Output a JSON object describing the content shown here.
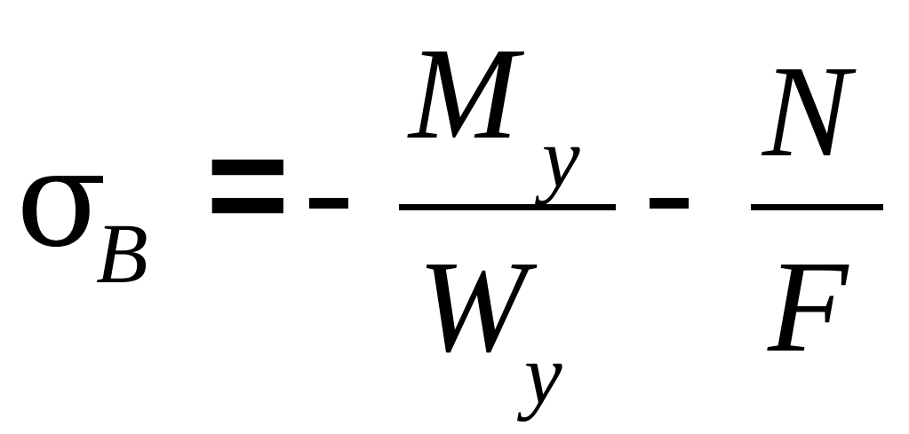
{
  "formula": {
    "lhs": {
      "symbol": "σ",
      "subscript": "B"
    },
    "equals": "=",
    "minus": "-",
    "term1": {
      "numerator": "M",
      "numerator_subscript": "y",
      "denominator": "W",
      "denominator_subscript": "y"
    },
    "term2": {
      "numerator": "N",
      "denominator": "F"
    }
  }
}
